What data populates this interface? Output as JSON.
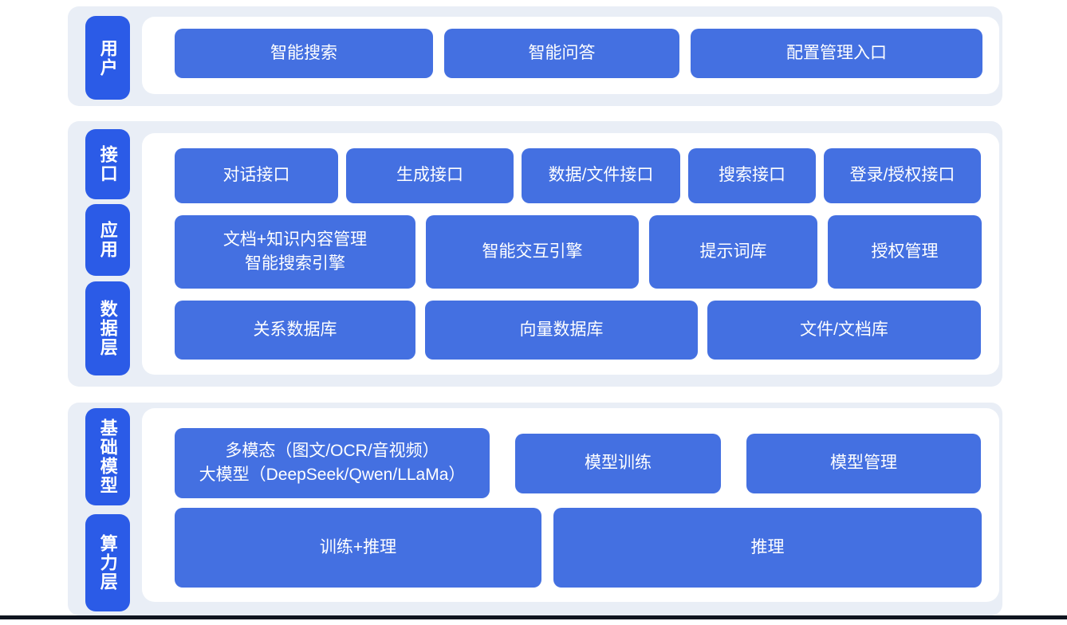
{
  "colors": {
    "pill_blue": "#2B5BE7",
    "block_blue": "#4470E1",
    "panel_background": "#E9EEF6",
    "footer_line": "#10151F",
    "text_on_blue": "#FFFFFF"
  },
  "sections": [
    {
      "pills": [
        {
          "label": "用户"
        }
      ],
      "rows": [
        {
          "blocks": [
            {
              "label": "智能搜索"
            },
            {
              "label": "智能问答"
            },
            {
              "label": "配置管理入口"
            }
          ]
        }
      ]
    },
    {
      "pills": [
        {
          "label": "接口"
        },
        {
          "label": "应用"
        },
        {
          "label": "数据层"
        }
      ],
      "rows": [
        {
          "blocks": [
            {
              "label": "对话接口"
            },
            {
              "label": "生成接口"
            },
            {
              "label": "数据/文件接口"
            },
            {
              "label": "搜索接口"
            },
            {
              "label": "登录/授权接口"
            }
          ]
        },
        {
          "blocks": [
            {
              "label": "文档+知识内容管理\n智能搜索引擎"
            },
            {
              "label": "智能交互引擎"
            },
            {
              "label": "提示词库"
            },
            {
              "label": "授权管理"
            }
          ]
        },
        {
          "blocks": [
            {
              "label": "关系数据库"
            },
            {
              "label": "向量数据库"
            },
            {
              "label": "文件/文档库"
            }
          ]
        }
      ]
    },
    {
      "pills": [
        {
          "label": "基础模型"
        },
        {
          "label": "算力层"
        }
      ],
      "rows": [
        {
          "blocks": [
            {
              "label": "多模态（图文/OCR/音视频）\n大模型（DeepSeek/Qwen/LLaMa）"
            },
            {
              "label": "模型训练"
            },
            {
              "label": "模型管理"
            }
          ]
        },
        {
          "blocks": [
            {
              "label": "训练+推理"
            },
            {
              "label": "推理"
            }
          ]
        }
      ]
    }
  ]
}
